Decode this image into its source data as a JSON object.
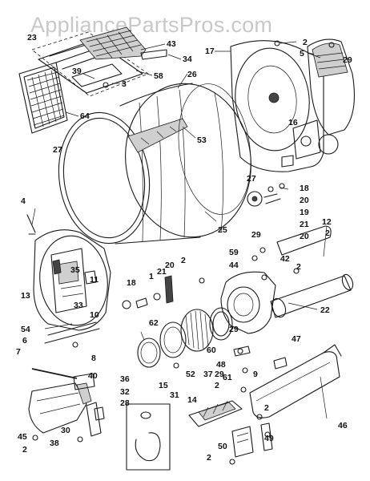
{
  "watermark": "AppliancePartsPros.com",
  "callouts": [
    {
      "id": "c23a",
      "text": "23"
    },
    {
      "id": "c43",
      "text": "43"
    },
    {
      "id": "c34",
      "text": "34"
    },
    {
      "id": "c39",
      "text": "39"
    },
    {
      "id": "c3",
      "text": "3"
    },
    {
      "id": "c58",
      "text": "58"
    },
    {
      "id": "c26",
      "text": "26"
    },
    {
      "id": "c64",
      "text": "64"
    },
    {
      "id": "c27a",
      "text": "27"
    },
    {
      "id": "c53",
      "text": "53"
    },
    {
      "id": "c27b",
      "text": "27"
    },
    {
      "id": "c25",
      "text": "25"
    },
    {
      "id": "c17",
      "text": "17"
    },
    {
      "id": "c2a",
      "text": "2"
    },
    {
      "id": "c5",
      "text": "5"
    },
    {
      "id": "c29a",
      "text": "29"
    },
    {
      "id": "c16",
      "text": "16"
    },
    {
      "id": "c18a",
      "text": "18"
    },
    {
      "id": "c20a",
      "text": "20"
    },
    {
      "id": "c19",
      "text": "19"
    },
    {
      "id": "c21a",
      "text": "21"
    },
    {
      "id": "c20b",
      "text": "20"
    },
    {
      "id": "c12",
      "text": "12"
    },
    {
      "id": "c2b",
      "text": "2"
    },
    {
      "id": "c4",
      "text": "4"
    },
    {
      "id": "c35",
      "text": "35"
    },
    {
      "id": "c11",
      "text": "11"
    },
    {
      "id": "c13",
      "text": "13"
    },
    {
      "id": "c33",
      "text": "33"
    },
    {
      "id": "c10",
      "text": "10"
    },
    {
      "id": "c20c",
      "text": "20"
    },
    {
      "id": "c1",
      "text": "1"
    },
    {
      "id": "c21b",
      "text": "21"
    },
    {
      "id": "c18b",
      "text": "18"
    },
    {
      "id": "c2c",
      "text": "2"
    },
    {
      "id": "c29b",
      "text": "29"
    },
    {
      "id": "c59",
      "text": "59"
    },
    {
      "id": "c44",
      "text": "44"
    },
    {
      "id": "c42",
      "text": "42"
    },
    {
      "id": "c2d",
      "text": "2"
    },
    {
      "id": "c22",
      "text": "22"
    },
    {
      "id": "c54",
      "text": "54"
    },
    {
      "id": "c6",
      "text": "6"
    },
    {
      "id": "c7",
      "text": "7"
    },
    {
      "id": "c8",
      "text": "8"
    },
    {
      "id": "c62",
      "text": "62"
    },
    {
      "id": "c60",
      "text": "60"
    },
    {
      "id": "c29c",
      "text": "29"
    },
    {
      "id": "c47",
      "text": "47"
    },
    {
      "id": "c48",
      "text": "48"
    },
    {
      "id": "c29d",
      "text": "29"
    },
    {
      "id": "c9",
      "text": "9"
    },
    {
      "id": "c52",
      "text": "52"
    },
    {
      "id": "c37",
      "text": "37"
    },
    {
      "id": "c61",
      "text": "61"
    },
    {
      "id": "c40",
      "text": "40"
    },
    {
      "id": "c36",
      "text": "36"
    },
    {
      "id": "c31",
      "text": "31"
    },
    {
      "id": "c15",
      "text": "15"
    },
    {
      "id": "c32",
      "text": "32"
    },
    {
      "id": "c28",
      "text": "28"
    },
    {
      "id": "c2e",
      "text": "2"
    },
    {
      "id": "c14",
      "text": "14"
    },
    {
      "id": "c46",
      "text": "46"
    },
    {
      "id": "c45",
      "text": "45"
    },
    {
      "id": "c2f",
      "text": "2"
    },
    {
      "id": "c30",
      "text": "30"
    },
    {
      "id": "c38",
      "text": "38"
    },
    {
      "id": "c2g",
      "text": "2"
    },
    {
      "id": "c49",
      "text": "49"
    },
    {
      "id": "c50",
      "text": "50"
    },
    {
      "id": "c2h",
      "text": "2"
    }
  ]
}
